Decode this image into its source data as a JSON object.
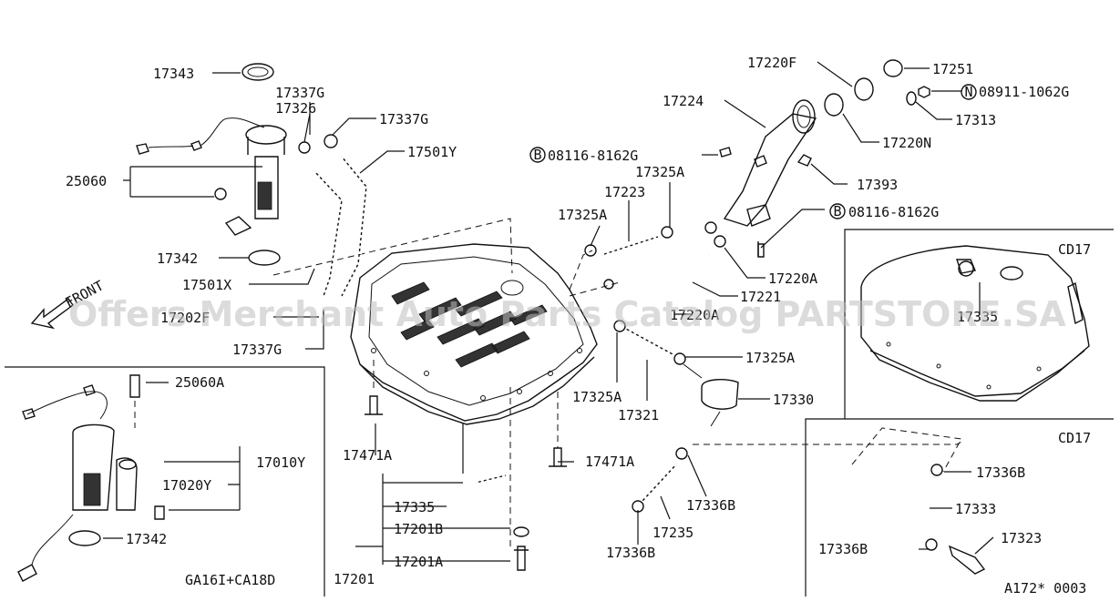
{
  "labels": {
    "p17343": "17343",
    "p17337G_a": "17337G",
    "p17326": "17326",
    "p17337G_b": "17337G",
    "p17501Y": "17501Y",
    "p25060": "25060",
    "p17342_a": "17342",
    "p17501X": "17501X",
    "p17202F": "17202F",
    "p17337G_c": "17337G",
    "front": "FRONT",
    "p25060A": "25060A",
    "p17010Y": "17010Y",
    "p17020Y": "17020Y",
    "p17342_b": "17342",
    "engine_note": "GA16I+CA18D",
    "p17471A_a": "17471A",
    "p17471A_b": "17471A",
    "p17335": "17335",
    "p17201B": "17201B",
    "p17201A": "17201A",
    "p17201": "17201",
    "p17220F": "17220F",
    "p17251": "17251",
    "p08911": "08911-1062G",
    "p17224": "17224",
    "p17313": "17313",
    "p17220N": "17220N",
    "p08116_a": "08116-8162G",
    "p17325A_a": "17325A",
    "p17393": "17393",
    "p17223": "17223",
    "p17325A_b": "17325A",
    "p08116_b": "08116-8162G",
    "p17220A": "17220A",
    "p17221": "17221",
    "p17220A_b": "17220A",
    "p17325A_c": "17325A",
    "p17330": "17330",
    "p17325A_d": "17325A",
    "p17321": "17321",
    "p17336B_a": "17336B",
    "p17235": "17235",
    "p17336B_b": "17336B",
    "p17335_cd": "17335",
    "cd17_a": "CD17",
    "cd17_b": "CD17",
    "p17336B_c": "17336B",
    "p17333": "17333",
    "p17323": "17323",
    "p17336B_d": "17336B",
    "figure_code": "A172* 0003",
    "circle_N": "N",
    "circle_B": "B",
    "watermark": "Offers Merchant Auto Parts Catalog PARTSTORE.SA"
  }
}
